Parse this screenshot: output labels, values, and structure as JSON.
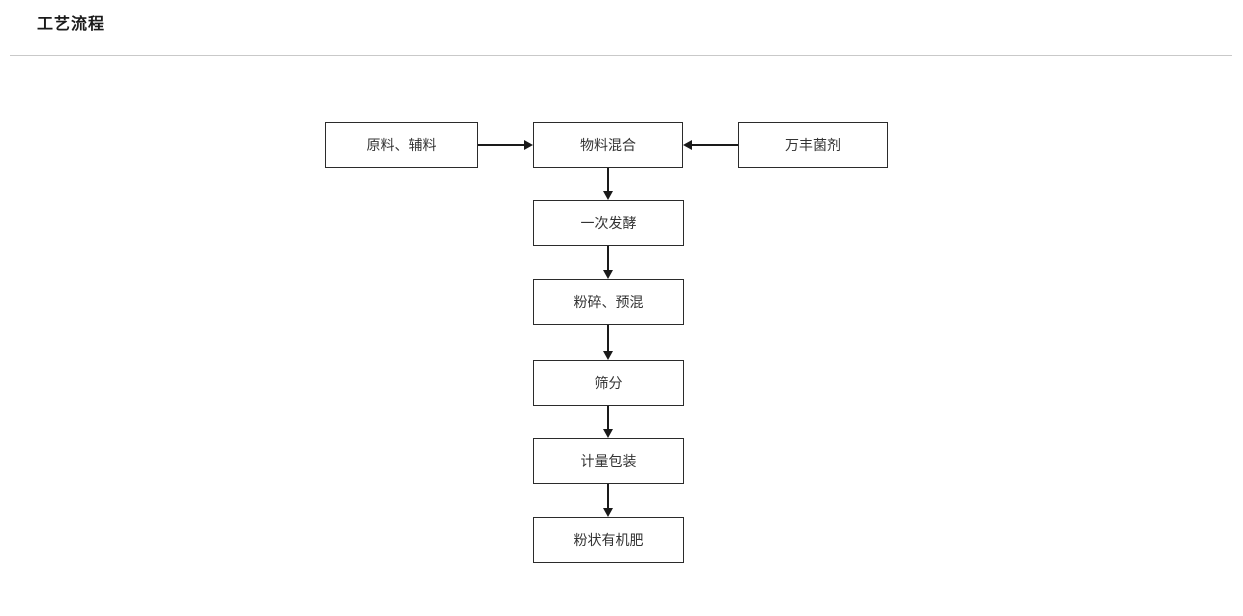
{
  "page": {
    "title": "工艺流程"
  },
  "flowchart": {
    "nodes": [
      {
        "id": "raw-aux-materials",
        "label": "原料、辅料"
      },
      {
        "id": "material-mixing",
        "label": "物料混合"
      },
      {
        "id": "wanfeng-agent",
        "label": "万丰菌剂"
      },
      {
        "id": "primary-fermentation",
        "label": "一次发酵"
      },
      {
        "id": "crushing-premixing",
        "label": "粉碎、预混"
      },
      {
        "id": "screening",
        "label": "筛分"
      },
      {
        "id": "measuring-packaging",
        "label": "计量包装"
      },
      {
        "id": "powdered-organic-fertilizer",
        "label": "粉状有机肥"
      }
    ],
    "colors": {
      "node_border": "#2b2b2b",
      "arrow": "#1a1a1a",
      "divider": "#c9c9c9",
      "text": "#333333"
    }
  }
}
